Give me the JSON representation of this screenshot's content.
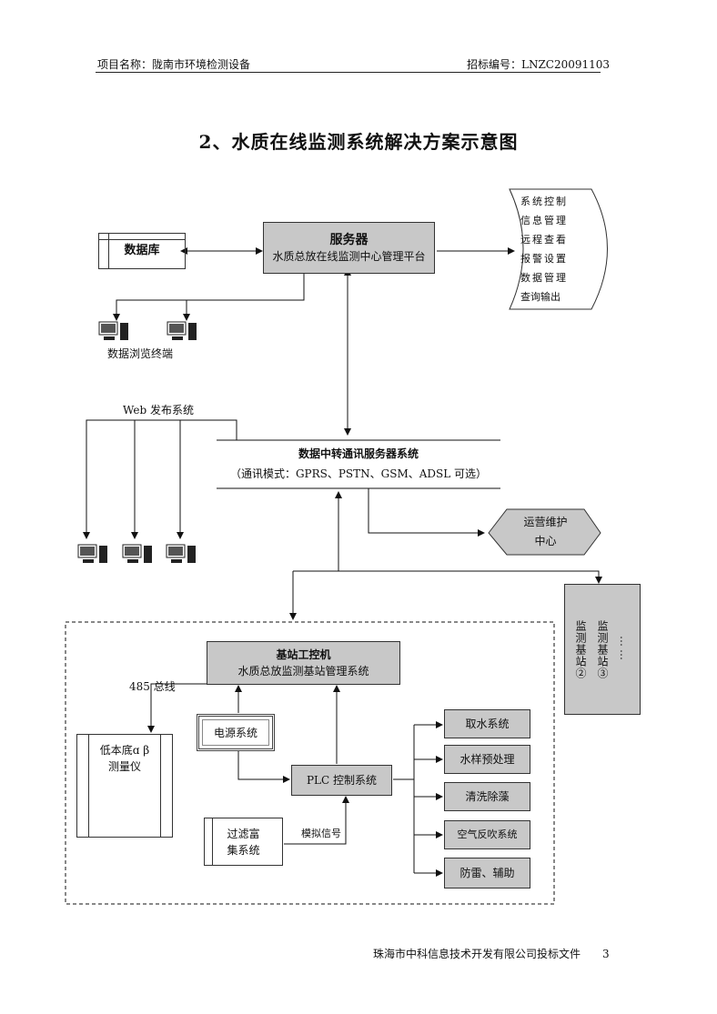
{
  "header": {
    "project": "项目名称：陇南市环境检测设备",
    "bid_no": "招标编号：LNZC20091103"
  },
  "title": "2、水质在线监测系统解决方案示意图",
  "server": {
    "title": "服务器",
    "subtitle": "水质总放在线监测中心管理平台"
  },
  "database": "数据库",
  "functions": [
    "系统控制",
    "信息管理",
    "远程查看",
    "报警设置",
    "数据管理",
    "查询输出"
  ],
  "browse_terminal": "数据浏览终端",
  "web": "Web 发布系统",
  "relay": {
    "title": "数据中转通讯服务器系统",
    "subtitle": "（通讯模式：GPRS、PSTN、GSM、ADSL 可选）"
  },
  "ops_center": {
    "line1": "运营维护",
    "line2": "中心"
  },
  "stations": {
    "s2": "监测基站②",
    "s3": "监测基站③",
    "more": "……"
  },
  "base_ctrl": {
    "title": "基站工控机",
    "subtitle": "水质总放监测基站管理系统"
  },
  "bus": "485 总线",
  "instrument": {
    "line1": "低本底ɑ β",
    "line2": "测量仪"
  },
  "power": "电源系统",
  "plc": "PLC 控制系统",
  "filter": {
    "line1": "过滤富",
    "line2": "集系统"
  },
  "analog": "模拟信号",
  "subsystems": [
    "取水系统",
    "水样预处理",
    "清洗除藻",
    "空气反吹系统",
    "防雷、辅助"
  ],
  "footer": "珠海市中科信息技术开发有限公司投标文件　　3"
}
